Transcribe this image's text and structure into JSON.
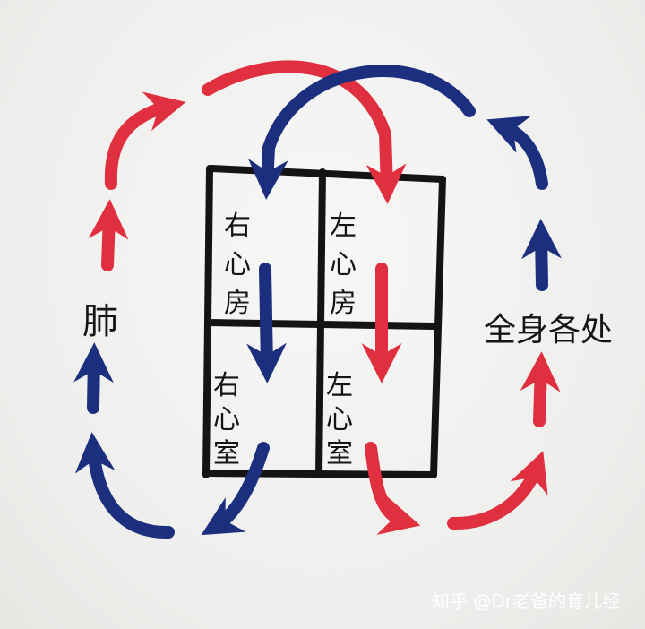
{
  "labels": {
    "right_atrium": "右心房",
    "left_atrium": "左心房",
    "right_ventricle": "右心室",
    "left_ventricle": "左心室",
    "lung": "肺",
    "body": "全身各处"
  },
  "watermark": "知乎 @Dr老爸的育儿经",
  "colors": {
    "red": "#e0303f",
    "blue": "#1c2f7e",
    "ink": "#141414"
  }
}
